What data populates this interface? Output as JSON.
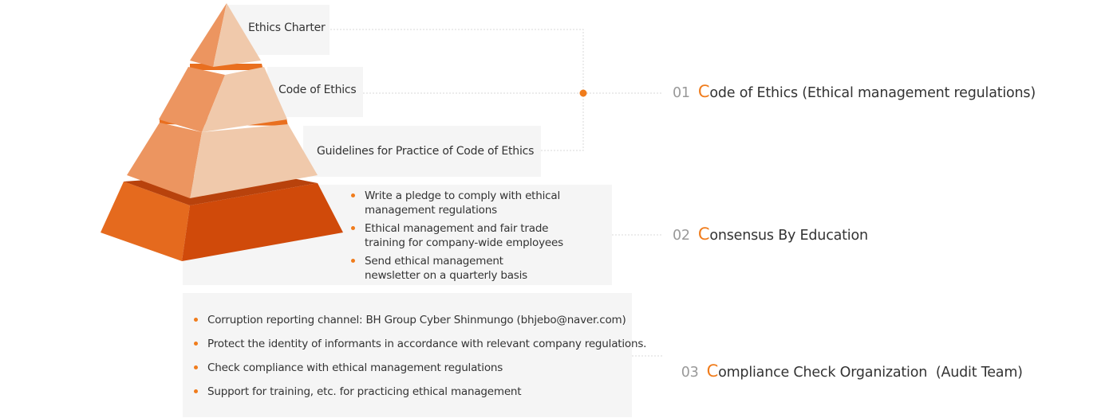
{
  "colors": {
    "accent": "#f07c1c",
    "tier_light": "#f0c9ab",
    "tier_mid": "#ec9560",
    "tier_dark": "#d04a0a",
    "connector": "#d9d9d9"
  },
  "pyramid": {
    "tier1_label": "Ethics Charter",
    "tier2_label": "Code of Ethics",
    "tier3_label": "Guidelines for Practice of Code of Ethics"
  },
  "education_bullets": [
    "Write a pledge to comply with ethical\nmanagement regulations",
    "Ethical management and fair trade\ntraining for company-wide employees",
    "Send ethical management\nnewsletter on a quarterly basis"
  ],
  "compliance_bullets": [
    "Corruption reporting channel: BH Group Cyber Shinmungo (bhjebo@naver.com)",
    "Protect the identity of informants in accordance with relevant company regulations.",
    "Check compliance with ethical management regulations",
    "Support for training, etc. for practicing ethical management"
  ],
  "sections": [
    {
      "num": "01",
      "cap": "C",
      "rest": "ode of Ethics (Ethical management regulations)"
    },
    {
      "num": "02",
      "cap": "C",
      "rest": "onsensus By Education"
    },
    {
      "num": "03",
      "cap": "C",
      "rest": "ompliance Check Organization  (Audit Team)"
    }
  ]
}
